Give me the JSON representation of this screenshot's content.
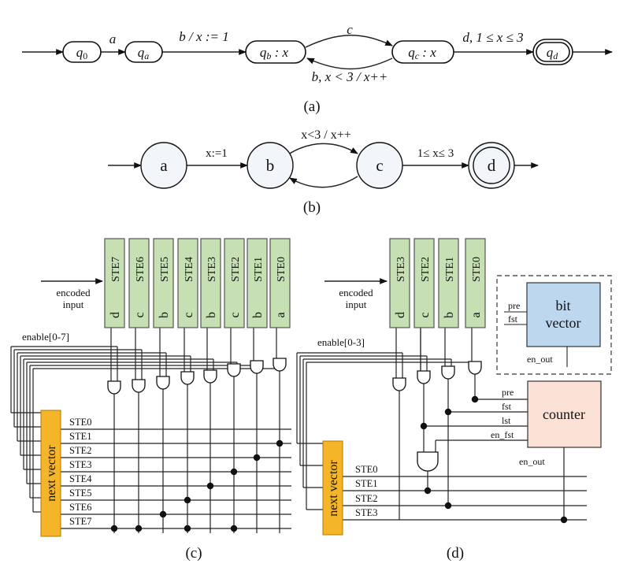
{
  "panel_a": {
    "caption": "(a)",
    "states": [
      {
        "id": "q0",
        "label": "q",
        "sub": "0",
        "suffix": ""
      },
      {
        "id": "qa",
        "label": "q",
        "sub": "a",
        "suffix": ""
      },
      {
        "id": "qb",
        "label": "q",
        "sub": "b",
        "suffix": " : x"
      },
      {
        "id": "qc",
        "label": "q",
        "sub": "c",
        "suffix": " : x"
      },
      {
        "id": "qd",
        "label": "q",
        "sub": "d",
        "suffix": ""
      }
    ],
    "edges": {
      "q0_qa": "a",
      "qa_qb": "b / x := 1",
      "qb_qc": "c",
      "qc_qb": "b, x < 3 / x++",
      "qc_qd": "d, 1 ≤ x ≤ 3"
    }
  },
  "panel_b": {
    "caption": "(b)",
    "states": [
      "a",
      "b",
      "c",
      "d"
    ],
    "edges": {
      "a_b": "x:=1",
      "c_b": "x<3 / x++",
      "c_d": "1≤ x≤ 3"
    }
  },
  "panel_c": {
    "caption": "(c)",
    "ste_names": [
      "STE7",
      "STE6",
      "STE5",
      "STE4",
      "STE3",
      "STE2",
      "STE1",
      "STE0"
    ],
    "ste_symbols": [
      "d",
      "c",
      "b",
      "c",
      "b",
      "c",
      "b",
      "a"
    ],
    "input_label_1": "encoded",
    "input_label_2": "input",
    "enable_label": "enable[0-7]",
    "next_vector_label": "next vector",
    "rows": [
      "STE0",
      "STE1",
      "STE2",
      "STE3",
      "STE4",
      "STE5",
      "STE6",
      "STE7"
    ]
  },
  "panel_d": {
    "caption": "(d)",
    "ste_names": [
      "STE3",
      "STE2",
      "STE1",
      "STE0"
    ],
    "ste_symbols": [
      "d",
      "c",
      "b",
      "a"
    ],
    "input_label_1": "encoded",
    "input_label_2": "input",
    "enable_label": "enable[0-3]",
    "next_vector_label": "next vector",
    "rows": [
      "STE0",
      "STE1",
      "STE2",
      "STE3"
    ],
    "bit_vector": {
      "title_1": "bit",
      "title_2": "vector",
      "pre": "pre",
      "fst": "fst",
      "en_out": "en_out"
    },
    "counter": {
      "title": "counter",
      "pre": "pre",
      "fst": "fst",
      "lst": "lst",
      "en_fst": "en_fst",
      "en_out": "en_out"
    }
  },
  "colors": {
    "ste_fill": "#c6e0b4",
    "next_vector_fill": "#f5b52a",
    "bit_vector_fill": "#bdd7ee",
    "counter_fill": "#fbe1d6"
  }
}
